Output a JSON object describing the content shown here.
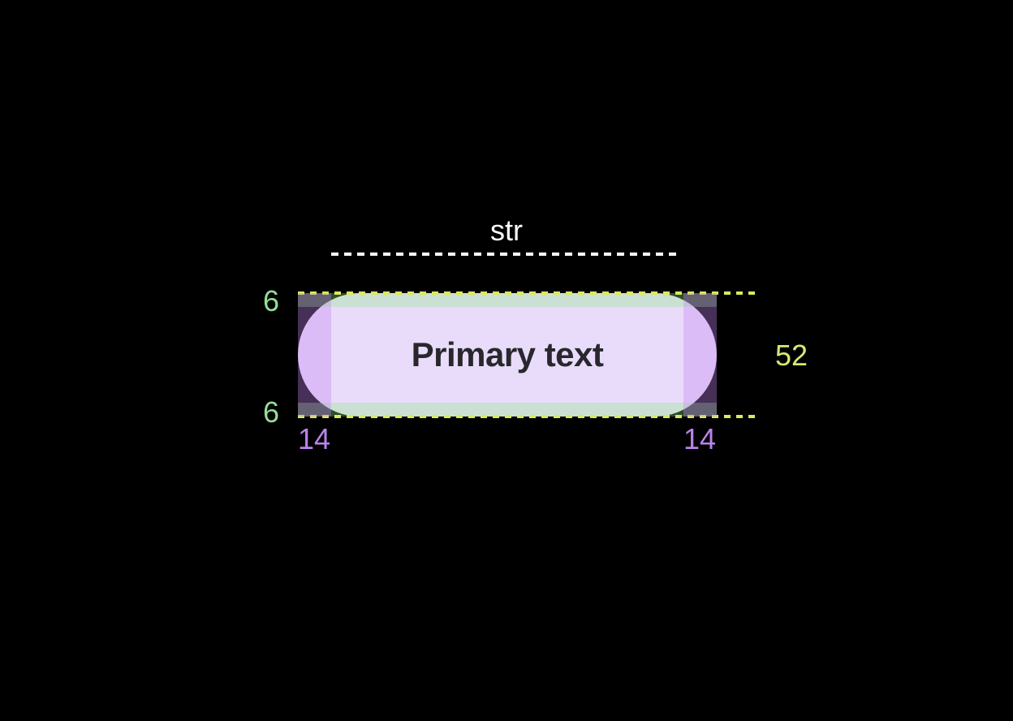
{
  "diagram": {
    "string_width_label": "str",
    "measurements": {
      "top_padding": "6",
      "bottom_padding": "6",
      "height": "52",
      "left_padding": "14",
      "right_padding": "14"
    },
    "button": {
      "label": "Primary text"
    }
  },
  "colors": {
    "canvas-bg": "#000000",
    "pill-bg": "#e9dcfa",
    "button-text": "#28282c",
    "vertical-padding-overlay": "rgba(141,234,132,0.33)",
    "horizontal-padding-overlay": "rgba(194,133,242,0.36)",
    "boundary-dash": "#dbe95e",
    "string-dash": "#ffffff",
    "string-label": "#ffffff",
    "vertical-padding-label": "#94de96",
    "height-label": "#d7e874",
    "horizontal-padding-label": "#ba82ec"
  }
}
